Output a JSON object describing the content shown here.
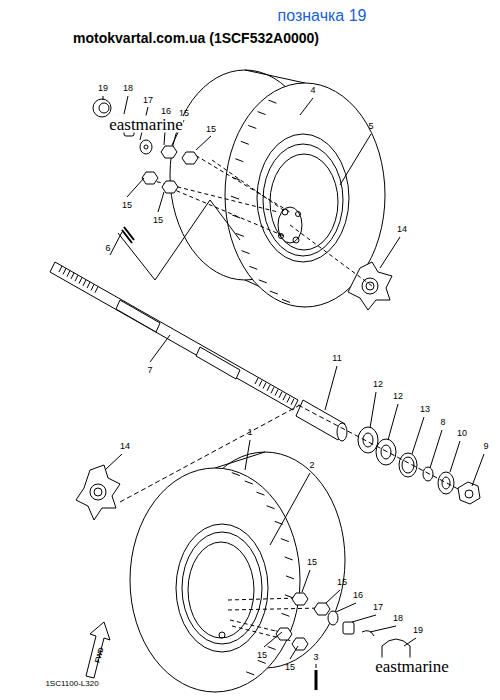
{
  "diagram": {
    "title": "позначка 19",
    "labels": [
      "motokvartal.com.ua (1SCF532A0000)",
      "19",
      "18",
      "17",
      "16",
      "15",
      "15",
      "eastmarine",
      "4",
      "5",
      "15",
      "15",
      "14",
      "6",
      "7",
      "11",
      "12",
      "12",
      "13",
      "8",
      "10",
      "9",
      "14",
      "1",
      "2",
      "15",
      "15",
      "16",
      "17",
      "18",
      "19",
      "15",
      "15",
      "3",
      "eastmarine",
      "FWD",
      "1SC1100-L320"
    ]
  }
}
